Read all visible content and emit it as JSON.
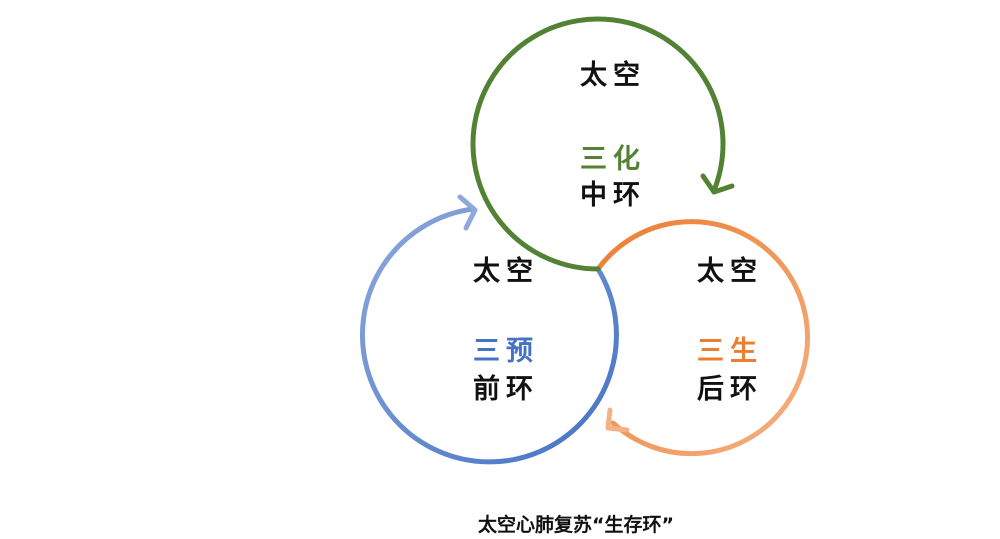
{
  "colors": {
    "middle": "#548235",
    "front": "#4472C4",
    "front_light": "#8EA9DB",
    "back": "#ED7D31",
    "back_light": "#F4B183",
    "text": "#111111"
  },
  "rings": {
    "middle": {
      "line1": "太空",
      "line2": "三化",
      "line3": "中环"
    },
    "front": {
      "line1": "太空",
      "line2": "三预",
      "line3": "前环"
    },
    "back": {
      "line1": "太空",
      "line2": "三生",
      "line3": "后环"
    }
  },
  "caption": "太空心肺复苏“生存环”"
}
